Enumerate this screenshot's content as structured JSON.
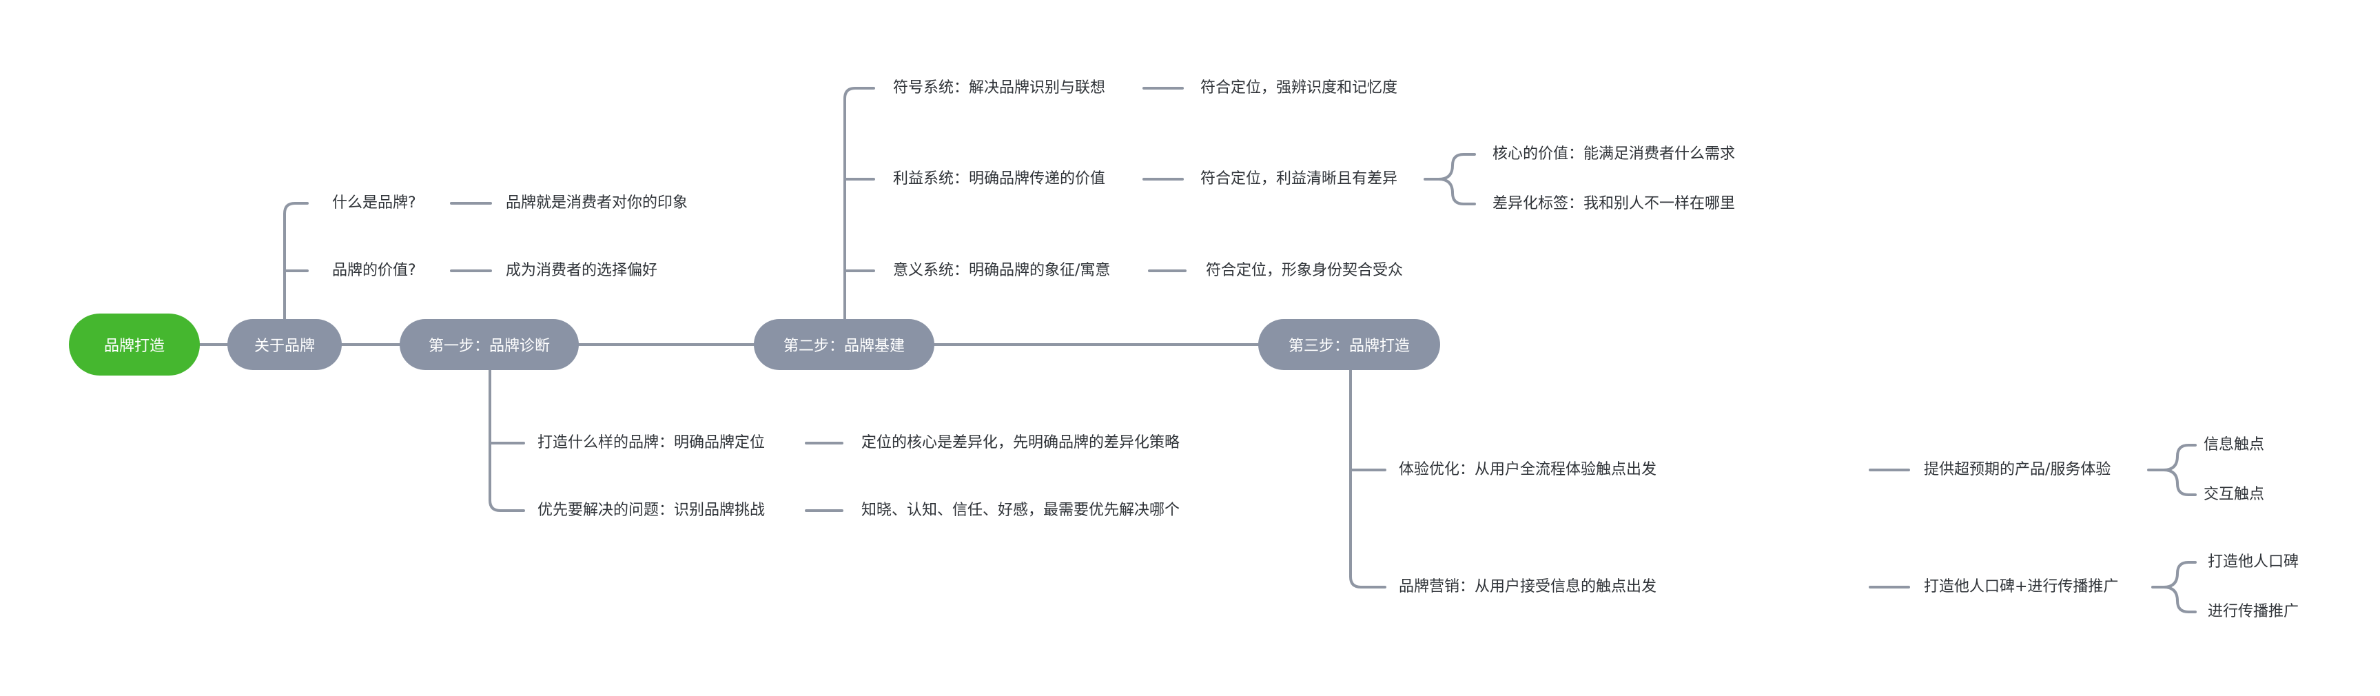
{
  "root": "品牌打造",
  "about": {
    "label": "关于品牌",
    "q1": "什么是品牌?",
    "a1": "品牌就是消费者对你的印象",
    "q2": "品牌的价值?",
    "a2": "成为消费者的选择偏好"
  },
  "step1": {
    "label": "第一步：品牌诊断",
    "c1": "打造什么样的品牌：明确品牌定位",
    "c1_detail": "定位的核心是差异化，先明确品牌的差异化策略",
    "c2": "优先要解决的问题：识别品牌挑战",
    "c2_detail": "知晓、认知、信任、好感，最需要优先解决哪个"
  },
  "step2": {
    "label": "第二步：品牌基建",
    "symbol": "符号系统：解决品牌识别与联想",
    "symbol_detail": "符合定位，强辨识度和记忆度",
    "benefit": "利益系统：明确品牌传递的价值",
    "benefit_detail": "符合定位，利益清晰且有差异",
    "benefit_sub1": "核心的价值：能满足消费者什么需求",
    "benefit_sub2": "差异化标签：我和别人不一样在哪里",
    "meaning": "意义系统：明确品牌的象征/寓意",
    "meaning_detail": "符合定位，形象身份契合受众"
  },
  "step3": {
    "label": "第三步：品牌打造",
    "experience": "体验优化：从用户全流程体验触点出发",
    "experience_detail": "提供超预期的产品/服务体验",
    "experience_sub1": "信息触点",
    "experience_sub2": "交互触点",
    "marketing": "品牌营销：从用户接受信息的触点出发",
    "marketing_detail": "打造他人口碑+进行传播推广",
    "marketing_sub1": "打造他人口碑",
    "marketing_sub2": "进行传播推广"
  }
}
